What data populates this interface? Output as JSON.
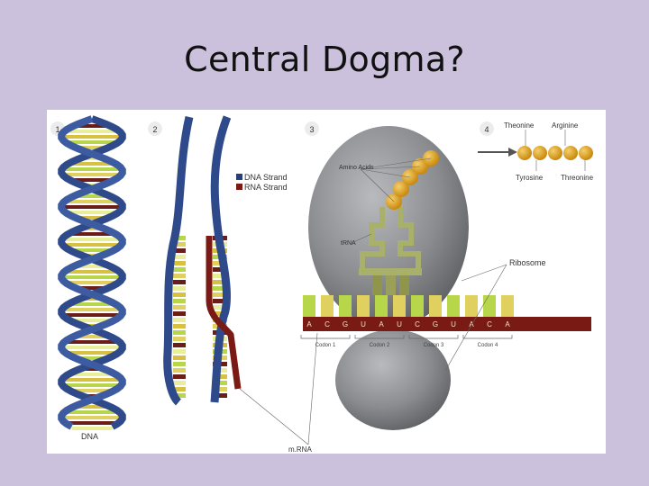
{
  "slide": {
    "title": "Central Dogma?",
    "background": "#ccc1dd"
  },
  "figure": {
    "panel_numbers": [
      "1",
      "2",
      "3",
      "4"
    ],
    "legend": {
      "dna": {
        "label": "DNA Strand",
        "color": "#2c3e7a"
      },
      "rna": {
        "label": "RNA Strand",
        "color": "#7a1a14"
      }
    },
    "labels": {
      "amino_acids": "Amino Acids",
      "trna": "tRNA",
      "ribosome": "Ribosome",
      "dna": "DNA",
      "mrna": "m.RNA"
    },
    "bases": [
      "A",
      "C",
      "G",
      "U",
      "A",
      "U",
      "C",
      "G",
      "U",
      "A",
      "C",
      "A"
    ],
    "codons": [
      "Codon 1",
      "Codon 2",
      "Codon 3",
      "Codon 4"
    ],
    "amino_acid_names": {
      "top": [
        "Theonine",
        "Arginine"
      ],
      "bottom": [
        "Tyrosine",
        "Threonine"
      ]
    },
    "colors": {
      "strand": "#2f4a8a",
      "mrna": "#7a1a14",
      "ribosome": "#8a8c90",
      "amino": "#e0a01c",
      "base_green": "#b8d64a",
      "base_yellow": "#e0d060"
    }
  }
}
